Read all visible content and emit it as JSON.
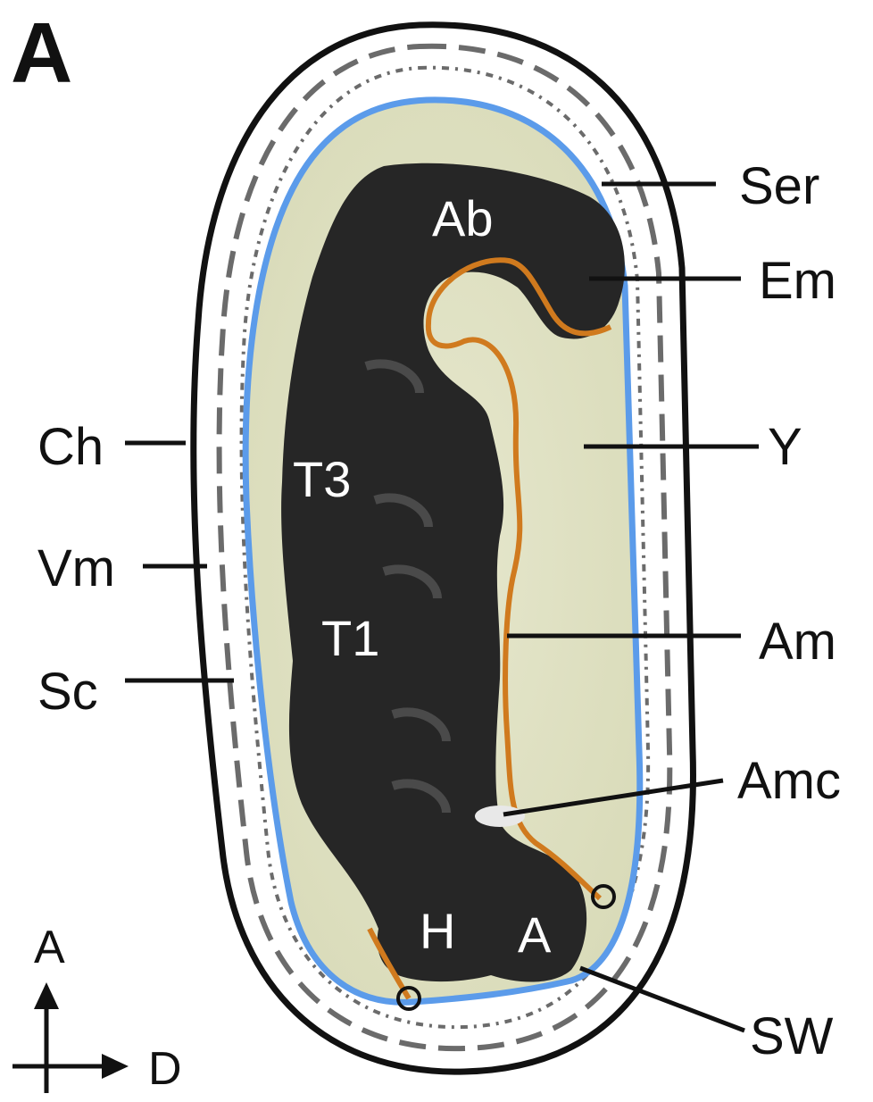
{
  "panel_label": "A",
  "outer_labels": {
    "ser": "Ser",
    "em": "Em",
    "y": "Y",
    "ch": "Ch",
    "vm": "Vm",
    "sc": "Sc",
    "am": "Am",
    "amc": "Amc",
    "sw": "SW"
  },
  "inner_labels": {
    "ab": "Ab",
    "t3": "T3",
    "t1": "T1",
    "h": "H",
    "a": "A"
  },
  "axis": {
    "vertical": "A",
    "horizontal": "D"
  },
  "colors": {
    "chorion": "#111111",
    "vitelline_dashes": "#6b6b6b",
    "serosa": "#5b9bea",
    "amnion": "#d07a1e",
    "yolk": "#dfe1c4",
    "embryo": "#262626"
  }
}
